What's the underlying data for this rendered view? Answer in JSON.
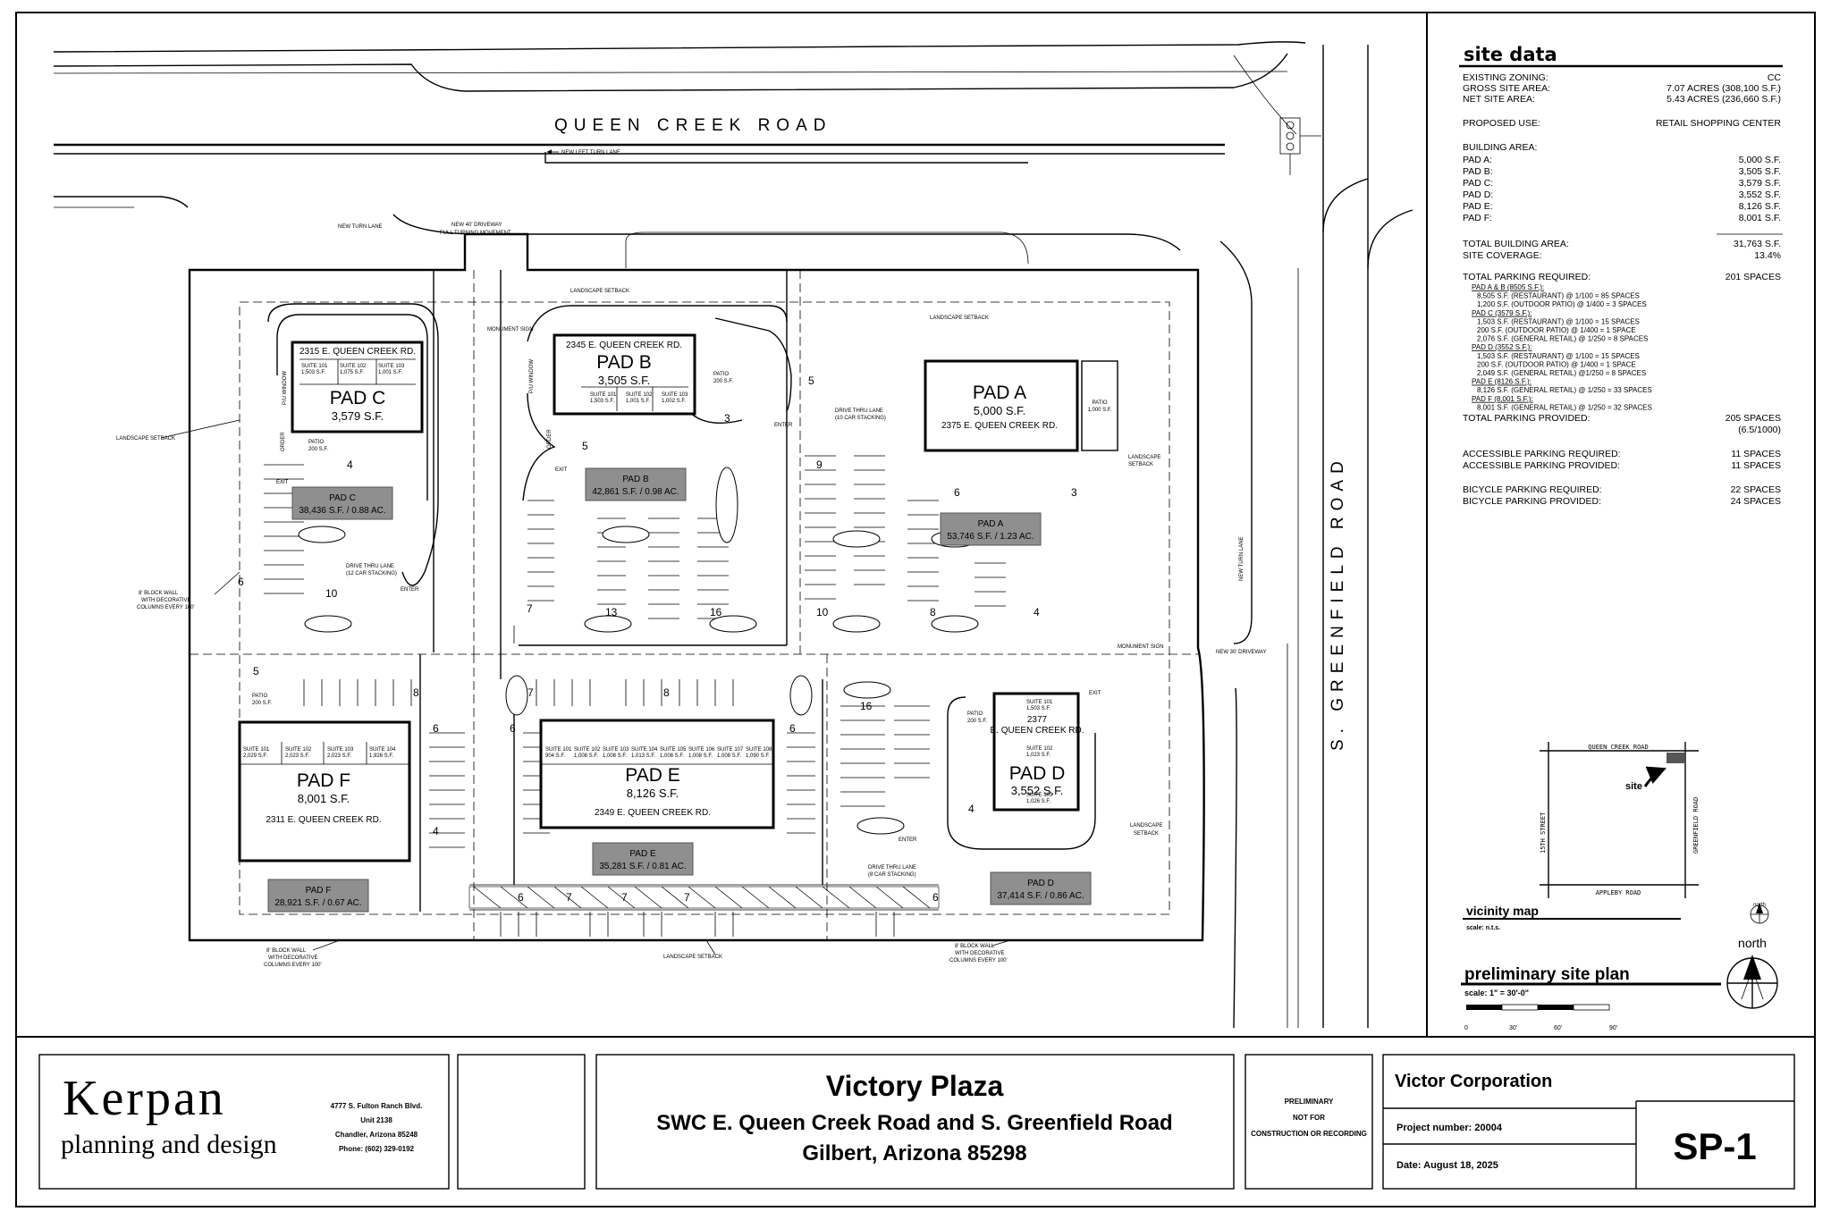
{
  "roads": {
    "queen_creek": "QUEEN CREEK ROAD",
    "greenfield": "S. GREENFIELD ROAD",
    "new_left_turn": "NEW LEFT TURN LANE",
    "new_turn_lane": "NEW TURN LANE",
    "new_turn_lane_e": "NEW TURN LANE",
    "driveway_40": "NEW 40' DRIVEWAY",
    "full_turning": "FULL TURNING MOVEMENT",
    "driveway_30": "NEW 30' DRIVEWAY"
  },
  "pads": {
    "A": {
      "name": "PAD A",
      "area": "5,000 S.F.",
      "addr": "2375 E. QUEEN CREEK RD.",
      "lot_label": "PAD A",
      "lot": "53,746 S.F. / 1.23 AC.",
      "patio_a": "PATIO",
      "patio_b": "1,000 S.F."
    },
    "B": {
      "name": "PAD B",
      "area": "3,505 S.F.",
      "addr": "2345 E. QUEEN CREEK RD.",
      "lot_label": "PAD B",
      "lot": "42,861 S.F. / 0.98 AC.",
      "patio_a": "PATIO",
      "patio_b": "200 S.F."
    },
    "C": {
      "name": "PAD C",
      "area": "3,579 S.F.",
      "addr": "2315 E. QUEEN CREEK RD.",
      "lot_label": "PAD C",
      "lot": "38,436 S.F. / 0.88 AC.",
      "patio_a": "PATIO",
      "patio_b": "200 S.F."
    },
    "D": {
      "name": "PAD D",
      "area": "3,552 S.F.",
      "addr_1": "2377",
      "addr_2": "E. QUEEN CREEK RD.",
      "lot_label": "PAD D",
      "lot": "37,414 S.F. / 0.86 AC.",
      "patio_a": "PATIO",
      "patio_b": "200 S.F."
    },
    "E": {
      "name": "PAD E",
      "area": "8,126 S.F.",
      "addr": "2349 E. QUEEN CREEK RD.",
      "lot_label": "PAD E",
      "lot": "35,281 S.F. / 0.81 AC."
    },
    "F": {
      "name": "PAD F",
      "area": "8,001 S.F.",
      "addr": "2311 E. QUEEN CREEK RD.",
      "lot_label": "PAD F",
      "lot": "28,921 S.F. / 0.67 AC.",
      "patio_a": "PATIO",
      "patio_b": "200 S.F."
    }
  },
  "suites": {
    "C": [
      {
        "s": "SUITE 101",
        "a": "1,503 S.F."
      },
      {
        "s": "SUITE 102",
        "a": "1,075 S.F."
      },
      {
        "s": "SUITE 103",
        "a": "1,001 S.F."
      }
    ],
    "B": [
      {
        "s": "SUITE 101",
        "a": "1,503 S.F."
      },
      {
        "s": "SUITE 102",
        "a": "1,001 S.F."
      },
      {
        "s": "SUITE 103",
        "a": "1,002 S.F."
      }
    ],
    "F": [
      {
        "s": "SUITE 101",
        "a": "2,029 S.F."
      },
      {
        "s": "SUITE 102",
        "a": "2,023 S.F."
      },
      {
        "s": "SUITE 103",
        "a": "2,023 S.F."
      },
      {
        "s": "SUITE 104",
        "a": "1,926 S.F."
      }
    ],
    "E": [
      {
        "s": "SUITE 101",
        "a": "904 S.F."
      },
      {
        "s": "SUITE 102",
        "a": "1,008 S.F."
      },
      {
        "s": "SUITE 103",
        "a": "1,008 S.F."
      },
      {
        "s": "SUITE 104",
        "a": "1,013 S.F."
      },
      {
        "s": "SUITE 105",
        "a": "1,008 S.F."
      },
      {
        "s": "SUITE 106",
        "a": "1,008 S.F."
      },
      {
        "s": "SUITE 107",
        "a": "1,008 S.F."
      },
      {
        "s": "SUITE 108",
        "a": "1,090 S.F."
      }
    ],
    "D": [
      {
        "s": "SUITE 101",
        "a": "1,503 S.F."
      },
      {
        "s": "SUITE 102",
        "a": "1,023 S.F."
      },
      {
        "s": "SUITE 103",
        "a": "1,026 S.F."
      }
    ]
  },
  "stall_counts": {
    "c_patio4": "4",
    "c_6": "6",
    "c_10": "10",
    "c_5": "5",
    "b_5": "5",
    "b_7": "7",
    "b_13": "13",
    "b_16": "16",
    "b_3": "3",
    "a_5": "5",
    "a_9": "9",
    "a_10": "10",
    "a_8": "8",
    "a_4": "4",
    "a_6": "6",
    "a_3": "3",
    "f_8": "8",
    "f_6": "6",
    "f_4": "4",
    "e_7": "7",
    "e_8": "8",
    "e_6a": "6",
    "e_6b": "6",
    "d_16": "16",
    "d_4": "4",
    "bot_6a": "6",
    "bot_7a": "7",
    "bot_7b": "7",
    "bot_7c": "7",
    "bot_6b": "6"
  },
  "callouts": {
    "landscape_setback_b": "LANDSCAPE SETBACK",
    "monument_sign_w": "MONUMENT SIGN",
    "landscape_setback_a": "LANDSCAPE SETBACK",
    "landscape_setback_w": "LANDSCAPE SETBACK",
    "landscape_setback_e": "LANDSCAPE",
    "landscape_setback_e2": "SETBACK",
    "drive_thru_b_1": "DRIVE THRU LANE",
    "drive_thru_b_2": "(10 CAR STACKING)",
    "drive_thru_c_1": "DRIVE THRU LANE",
    "drive_thru_c_2": "(12 CAR STACKING)",
    "drive_thru_d_1": "DRIVE THRU LANE",
    "drive_thru_d_2": "(8 CAR STACKING)",
    "enter_c": "ENTER",
    "enter_b": "ENTER",
    "enter_d": "ENTER",
    "exit_c": "EXIT",
    "exit_b": "EXIT",
    "exit_d": "EXIT",
    "monument_sign_e": "MONUMENT SIGN",
    "block_wall_w_1": "8' BLOCK WALL",
    "block_wall_w_2": "WITH DECORATIVE",
    "block_wall_w_3": "COLUMNS EVERY 100'",
    "block_wall_b_1": "8' BLOCK WALL",
    "block_wall_b_2": "WITH DECORATIVE",
    "block_wall_b_3": "COLUMNS EVERY 100'",
    "block_wall_m_1": "8' BLOCK WALL",
    "block_wall_m_2": "WITH DECORATIVE",
    "block_wall_m_3": "COLUMNS EVERY 100'",
    "landscape_setback_s": "LANDSCAPE SETBACK",
    "landscape_setback_se_1": "LANDSCAPE",
    "landscape_setback_se_2": "SETBACK",
    "pu_window_c": "P/U WINDOW",
    "pu_window_b": "P/U WINDOW",
    "order_c": "ORDER",
    "order_b": "ORDER"
  },
  "site_data": {
    "title": "site data",
    "zoning_label": "EXISTING ZONING:",
    "zoning_value": "CC",
    "gross_label": "GROSS SITE AREA:",
    "gross_value": "7.07 ACRES (308,100 S.F.)",
    "net_label": "NET SITE AREA:",
    "net_value": "5.43 ACRES (236,660 S.F.)",
    "use_label": "PROPOSED USE:",
    "use_value": "RETAIL SHOPPING CENTER",
    "building_area_label": "BUILDING AREA:",
    "building_rows": [
      {
        "label": "PAD A:",
        "value": "5,000 S.F."
      },
      {
        "label": "PAD B:",
        "value": "3,505 S.F."
      },
      {
        "label": "PAD C:",
        "value": "3,579 S.F."
      },
      {
        "label": "PAD D:",
        "value": "3,552 S.F."
      },
      {
        "label": "PAD E:",
        "value": "8,126 S.F."
      },
      {
        "label": "PAD F:",
        "value": "8,001 S.F."
      }
    ],
    "total_bldg_label": "TOTAL BUILDING AREA:",
    "total_bldg_value": "31,763 S.F.",
    "coverage_label": "SITE COVERAGE:",
    "coverage_value": "13.4%",
    "parking_req_label": "TOTAL PARKING REQUIRED:",
    "parking_req_value": "201 SPACES",
    "parking_detail": [
      "PAD A & B (8505 S.F.):",
      "8,505 S.F. (RESTAURANT) @ 1/100 = 85 SPACES",
      "1,200 S.F. (OUTDOOR PATIO) @ 1/400 = 3 SPACES",
      "PAD C (3579 S.F.):",
      "1,503 S.F. (RESTAURANT) @ 1/100 = 15 SPACES",
      "200 S.F. (OUTDOOR PATIO) @ 1/400 = 1 SPACE",
      "2,076 S.F. (GENERAL RETAIL) @ 1/250 = 8 SPACES",
      "PAD D (3552 S.F.):",
      "1,503 S.F. (RESTAURANT) @ 1/100 = 15 SPACES",
      "200 S.F. (OUTDOOR PATIO) @ 1/400 = 1 SPACE",
      "2,049 S.F. (GENERAL RETAIL) @1/250 = 8 SPACES",
      "PAD E (8126 S.F.):",
      "8,126 S.F. (GENERAL RETAIL) @ 1/250 = 33 SPACES",
      "PAD F (8,001 S.F.):",
      "8,001 S.F. (GENERAL RETAIL) @ 1/250 = 32 SPACES"
    ],
    "parking_prov_label": "TOTAL PARKING PROVIDED:",
    "parking_prov_value": "205 SPACES",
    "parking_ratio": "(6.5/1000)",
    "acc_req_label": "ACCESSIBLE PARKING REQUIRED:",
    "acc_req_value": "11 SPACES",
    "acc_prov_label": "ACCESSIBLE PARKING PROVIDED:",
    "acc_prov_value": "11 SPACES",
    "bike_req_label": "BICYCLE PARKING REQUIRED:",
    "bike_req_value": "22 SPACES",
    "bike_prov_label": "BICYCLE PARKING PROVIDED:",
    "bike_prov_value": "24 SPACES"
  },
  "vicinity": {
    "title": "vicinity map",
    "scale": "scale: n.t.s.",
    "north": "north",
    "queen_creek": "QUEEN CREEK ROAD",
    "greenfield": "GREENFIELD ROAD",
    "street_15th": "15TH STREET",
    "appleby": "APPLEBY ROAD",
    "site": "site"
  },
  "plan_title": {
    "title": "preliminary site plan",
    "scale": "scale: 1\" = 30'-0\"",
    "north": "north",
    "ticks": [
      "0",
      "30'",
      "60'",
      "90'"
    ]
  },
  "title_block": {
    "firm_name": "Kerpan",
    "firm_sub": "planning and design",
    "addr_1": "4777 S. Fulton Ranch Blvd.",
    "addr_2": "Unit 2138",
    "addr_3": "Chandler, Arizona  85248",
    "addr_4": "Phone: (602) 329-0192",
    "project_title": "Victory Plaza",
    "project_loc": "SWC E. Queen Creek Road and S. Greenfield Road",
    "project_city": "Gilbert, Arizona  85298",
    "notice_1": "PRELIMINARY",
    "notice_2": "NOT FOR",
    "notice_3": "CONSTRUCTION OR RECORDING",
    "client": "Victor Corporation",
    "project_number": "Project number:  20004",
    "date": "Date: August 18, 2025",
    "sheet": "SP-1"
  }
}
